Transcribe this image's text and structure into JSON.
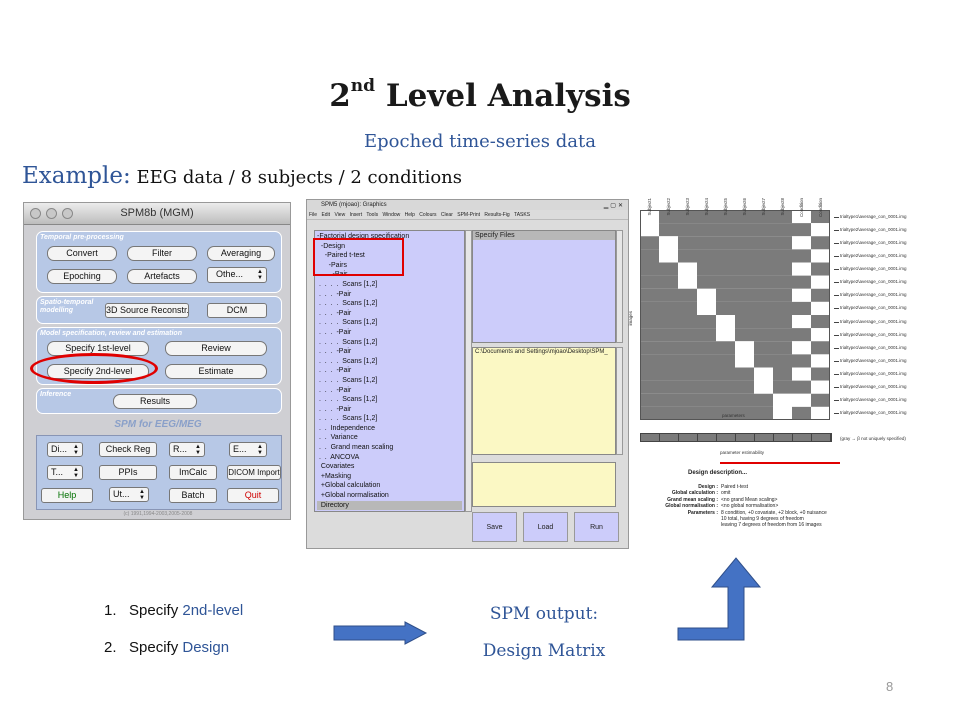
{
  "slide": {
    "title_main": "2",
    "title_sup": "nd",
    "title_rest": " Level Analysis",
    "subtitle": "Epoched time-series data",
    "example_label": "Example:",
    "example_text": " EEG data / 8 subjects / 2 conditions",
    "page_number": "8"
  },
  "spm8_window": {
    "title": "SPM8b (MGM)",
    "sections": {
      "temporal": "Temporal pre-processing",
      "spatio": "Spatio-temporal modelling",
      "model": "Model specification, review and estimation",
      "inference": "Inference"
    },
    "buttons": {
      "convert": "Convert",
      "filter": "Filter",
      "averaging": "Averaging",
      "epoching": "Epoching",
      "artefacts": "Artefacts",
      "other": "Othe...",
      "source": "3D Source Reconstr.",
      "dcm": "DCM",
      "specify1": "Specify 1st-level",
      "review": "Review",
      "specify2": "Specify 2nd-level",
      "estimate": "Estimate",
      "results": "Results"
    },
    "footer": "SPM for EEG/MEG",
    "tools": {
      "di": "Di...",
      "checkreg": "Check Reg",
      "r": "R...",
      "e": "E...",
      "t": "T...",
      "ppis": "PPIs",
      "imcalc": "ImCalc",
      "dicom": "DICOM Import",
      "help": "Help",
      "ut": "Ut...",
      "batch": "Batch",
      "quit": "Quit"
    },
    "copyright": "(c) 1991,1994-2003,2005-2008"
  },
  "spm5_window": {
    "title": "SPM5 (mjoao): Graphics",
    "menu": "File Edit View Insert Tools Window Help Colours Clear SPM-Print Results-Fig TASKS",
    "tree": [
      "-Factorial design specification",
      "  -Design",
      "    -Paired t-test",
      "      -Pairs",
      "        -Pair",
      " .  .  .  .  Scans [1,2]",
      " .  .  .  -Pair",
      " .  .  .  .  Scans [1,2]",
      " .  .  .  -Pair",
      " .  .  .  .  Scans [1,2]",
      " .  .  .  -Pair",
      " .  .  .  .  Scans [1,2]",
      " .  .  .  -Pair",
      " .  .  .  .  Scans [1,2]",
      " .  .  .  -Pair",
      " .  .  .  .  Scans [1,2]",
      " .  .  .  -Pair",
      " .  .  .  .  Scans [1,2]",
      " .  .  .  -Pair",
      " .  .  .  .  Scans [1,2]",
      " .  .  Independence",
      " .  .  Variance",
      " .  .  Grand mean scaling",
      " .  .  ANCOVA",
      "  Covariates",
      "  +Masking",
      "  +Global calculation",
      "  +Global normalisation",
      "  Directory"
    ],
    "specify_files": "Specify Files",
    "path": "C:\\Documents and Settings\\mjoao\\Desktop\\SPM_",
    "save": "Save",
    "load": "Load",
    "run": "Run"
  },
  "design_matrix": {
    "columns": [
      "Subject1",
      "Subject2",
      "Subject3",
      "Subject4",
      "Subject5",
      "Subject6",
      "Subject7",
      "Subject8",
      "Condition",
      "Condition"
    ],
    "rows": [
      "trialtype1\\average_con_0001.img",
      "trialtype2\\average_con_0001.img",
      "trialtype1\\average_con_0001.img",
      "trialtype2\\average_con_0001.img",
      "trialtype1\\average_con_0001.img",
      "trialtype2\\average_con_0001.img",
      "trialtype1\\average_con_0001.img",
      "trialtype2\\average_con_0001.img",
      "trialtype1\\average_con_0001.img",
      "trialtype2\\average_con_0001.img",
      "trialtype1\\average_con_0001.img",
      "trialtype2\\average_con_0001.img",
      "trialtype1\\average_con_0001.img",
      "trialtype2\\average_con_0001.img",
      "trialtype1\\average_con_0001.img",
      "trialtype2\\average_con_0001.img"
    ],
    "ylabel": "images",
    "xlabel": "parameters",
    "estimability_note": "(gray → β not uniquely specified)",
    "estimability_label": "parameter estimability",
    "description_title": "Design description...",
    "description": [
      {
        "k": "Design :",
        "v": "Paired t-test"
      },
      {
        "k": "Global calculation :",
        "v": "omit"
      },
      {
        "k": "Grand mean scaling :",
        "v": "<no grand Mean scaling>"
      },
      {
        "k": "Global normalisation :",
        "v": "<no global normalisation>"
      },
      {
        "k": "Parameters :",
        "v": "8 condition, +0 covariate, +2 block, +0 nuisance"
      },
      {
        "k": "",
        "v": "10 total, having 9 degrees of freedom"
      },
      {
        "k": "",
        "v": "leaving 7 degrees of freedom from 16 images"
      }
    ],
    "colors": {
      "gray": "#7b7b7b",
      "white": "#ffffff",
      "grid": "#555555"
    }
  },
  "steps": [
    {
      "num": "1.",
      "pre": "Specify ",
      "hl": "2nd-level"
    },
    {
      "num": "2.",
      "pre": "Specify ",
      "hl": "Design"
    }
  ],
  "output": {
    "line1": "SPM output:",
    "line2": "Design Matrix"
  },
  "colors": {
    "accent_blue": "#2f5597",
    "highlight_red": "#e00000",
    "arrow_blue": "#4472c4"
  }
}
